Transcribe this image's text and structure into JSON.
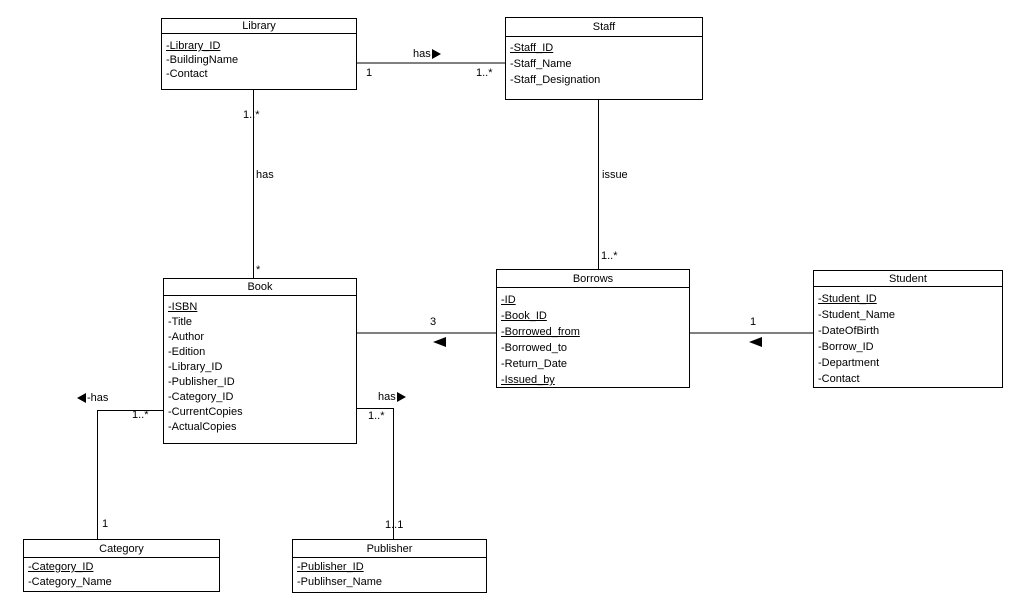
{
  "colors": {
    "line": "#000000",
    "background": "#ffffff",
    "box_fill": "#ffffff",
    "text": "#000000"
  },
  "entities": {
    "library": {
      "name": "Library",
      "attributes": [
        {
          "text": "-Library_ID",
          "underline": true
        },
        {
          "text": "-BuildingName",
          "underline": false
        },
        {
          "text": "-Contact",
          "underline": false
        }
      ]
    },
    "staff": {
      "name": "Staff",
      "attributes": [
        {
          "text": "-Staff_ID",
          "underline": true
        },
        {
          "text": "-Staff_Name",
          "underline": false
        },
        {
          "text": "-Staff_Designation",
          "underline": false
        }
      ]
    },
    "book": {
      "name": "Book",
      "attributes": [
        {
          "text": "-ISBN",
          "underline": true
        },
        {
          "text": "-Title",
          "underline": false
        },
        {
          "text": "-Author",
          "underline": false
        },
        {
          "text": "-Edition",
          "underline": false
        },
        {
          "text": "-Library_ID",
          "underline": false
        },
        {
          "text": "-Publisher_ID",
          "underline": false
        },
        {
          "text": "-Category_ID",
          "underline": false
        },
        {
          "text": "-CurrentCopies",
          "underline": false
        },
        {
          "text": "-ActualCopies",
          "underline": false
        }
      ]
    },
    "borrows": {
      "name": "Borrows",
      "attributes": [
        {
          "text": "-ID",
          "underline": true
        },
        {
          "text": "-Book_ID",
          "underline": true
        },
        {
          "text": "-Borrowed_from",
          "underline": true
        },
        {
          "text": "-Borrowed_to",
          "underline": false
        },
        {
          "text": "-Return_Date",
          "underline": false
        },
        {
          "text": "-Issued_by",
          "underline": true
        }
      ]
    },
    "student": {
      "name": "Student",
      "attributes": [
        {
          "text": "-Student_ID",
          "underline": true
        },
        {
          "text": "-Student_Name",
          "underline": false
        },
        {
          "text": "-DateOfBirth",
          "underline": false
        },
        {
          "text": "-Borrow_ID",
          "underline": false
        },
        {
          "text": "-Department",
          "underline": false
        },
        {
          "text": "-Contact",
          "underline": false
        }
      ]
    },
    "category": {
      "name": "Category",
      "attributes": [
        {
          "text": "-Category_ID",
          "underline": true
        },
        {
          "text": "-Category_Name",
          "underline": false
        }
      ]
    },
    "publisher": {
      "name": "Publisher",
      "attributes": [
        {
          "text": "-Publisher_ID",
          "underline": true
        },
        {
          "text": "-Publihser_Name",
          "underline": false
        }
      ]
    }
  },
  "relationships": {
    "library_staff": {
      "label": "has",
      "arrow": "right",
      "source_mult": "1",
      "target_mult": "1..*"
    },
    "library_book": {
      "label": "has",
      "source_mult": "1..*",
      "target_mult": "*"
    },
    "staff_borrows": {
      "label": "issue",
      "target_mult": "1..*"
    },
    "book_borrows": {
      "mult": "3",
      "arrow": "left"
    },
    "borrows_student": {
      "mult": "1",
      "arrow": "left"
    },
    "book_category": {
      "label": "-has",
      "arrow": "left",
      "source_mult": "1..*",
      "target_mult": "1"
    },
    "book_publisher": {
      "label": "has",
      "arrow": "right",
      "source_mult": "1..*",
      "target_mult": "1..1"
    }
  }
}
